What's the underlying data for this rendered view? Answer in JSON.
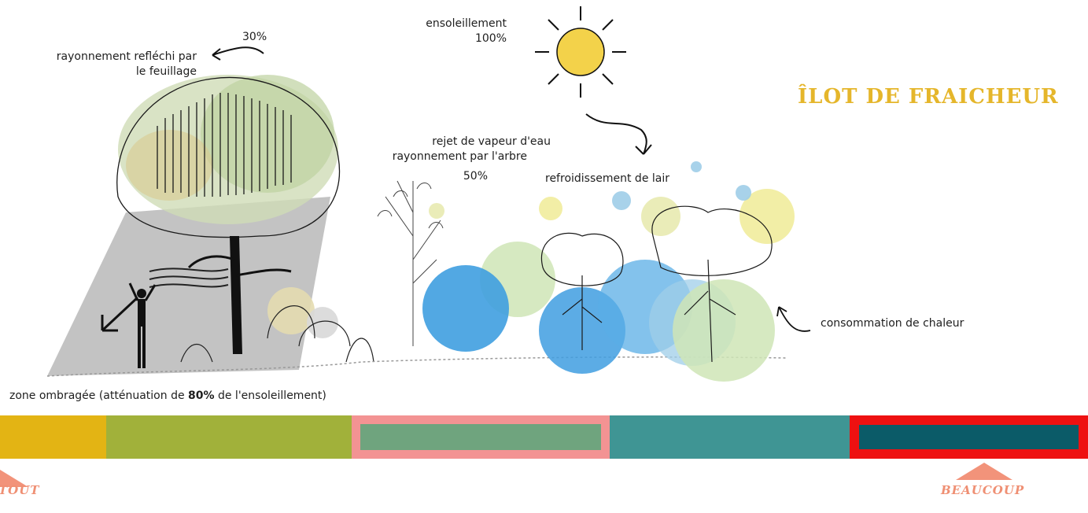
{
  "title": "ÎLOT DE FRAICHEUR",
  "labels": {
    "reflected_pct": "30%",
    "reflected_line1": "rayonnement refléchi par",
    "reflected_line2": "le feuillage",
    "sun_line1": "ensoleillement",
    "sun_line2": "100%",
    "vapour_line1": "rejet de vapeur d'eau",
    "vapour_line2": "rayonnement par l'arbre",
    "vapour_line3": "50%",
    "cooling": "refroidissement de lair",
    "heat": "consommation de chaleur",
    "shade_pre": "zone ombragée (atténuation de ",
    "shade_bold": "80%",
    "shade_post": " de l'ensoleillement)"
  },
  "scale": {
    "segments": [
      {
        "name": "segment-1",
        "color": "#e3b414"
      },
      {
        "name": "segment-2",
        "color": "#a1b13a"
      },
      {
        "name": "segment-3",
        "color": "#6fa47e",
        "highlight": "#f39393"
      },
      {
        "name": "segment-4",
        "color": "#3f9594"
      },
      {
        "name": "segment-5",
        "color": "#0b5b68",
        "highlight": "#ee1111"
      }
    ],
    "left_label": "TOUT",
    "right_label": "BEAUCOUP"
  }
}
